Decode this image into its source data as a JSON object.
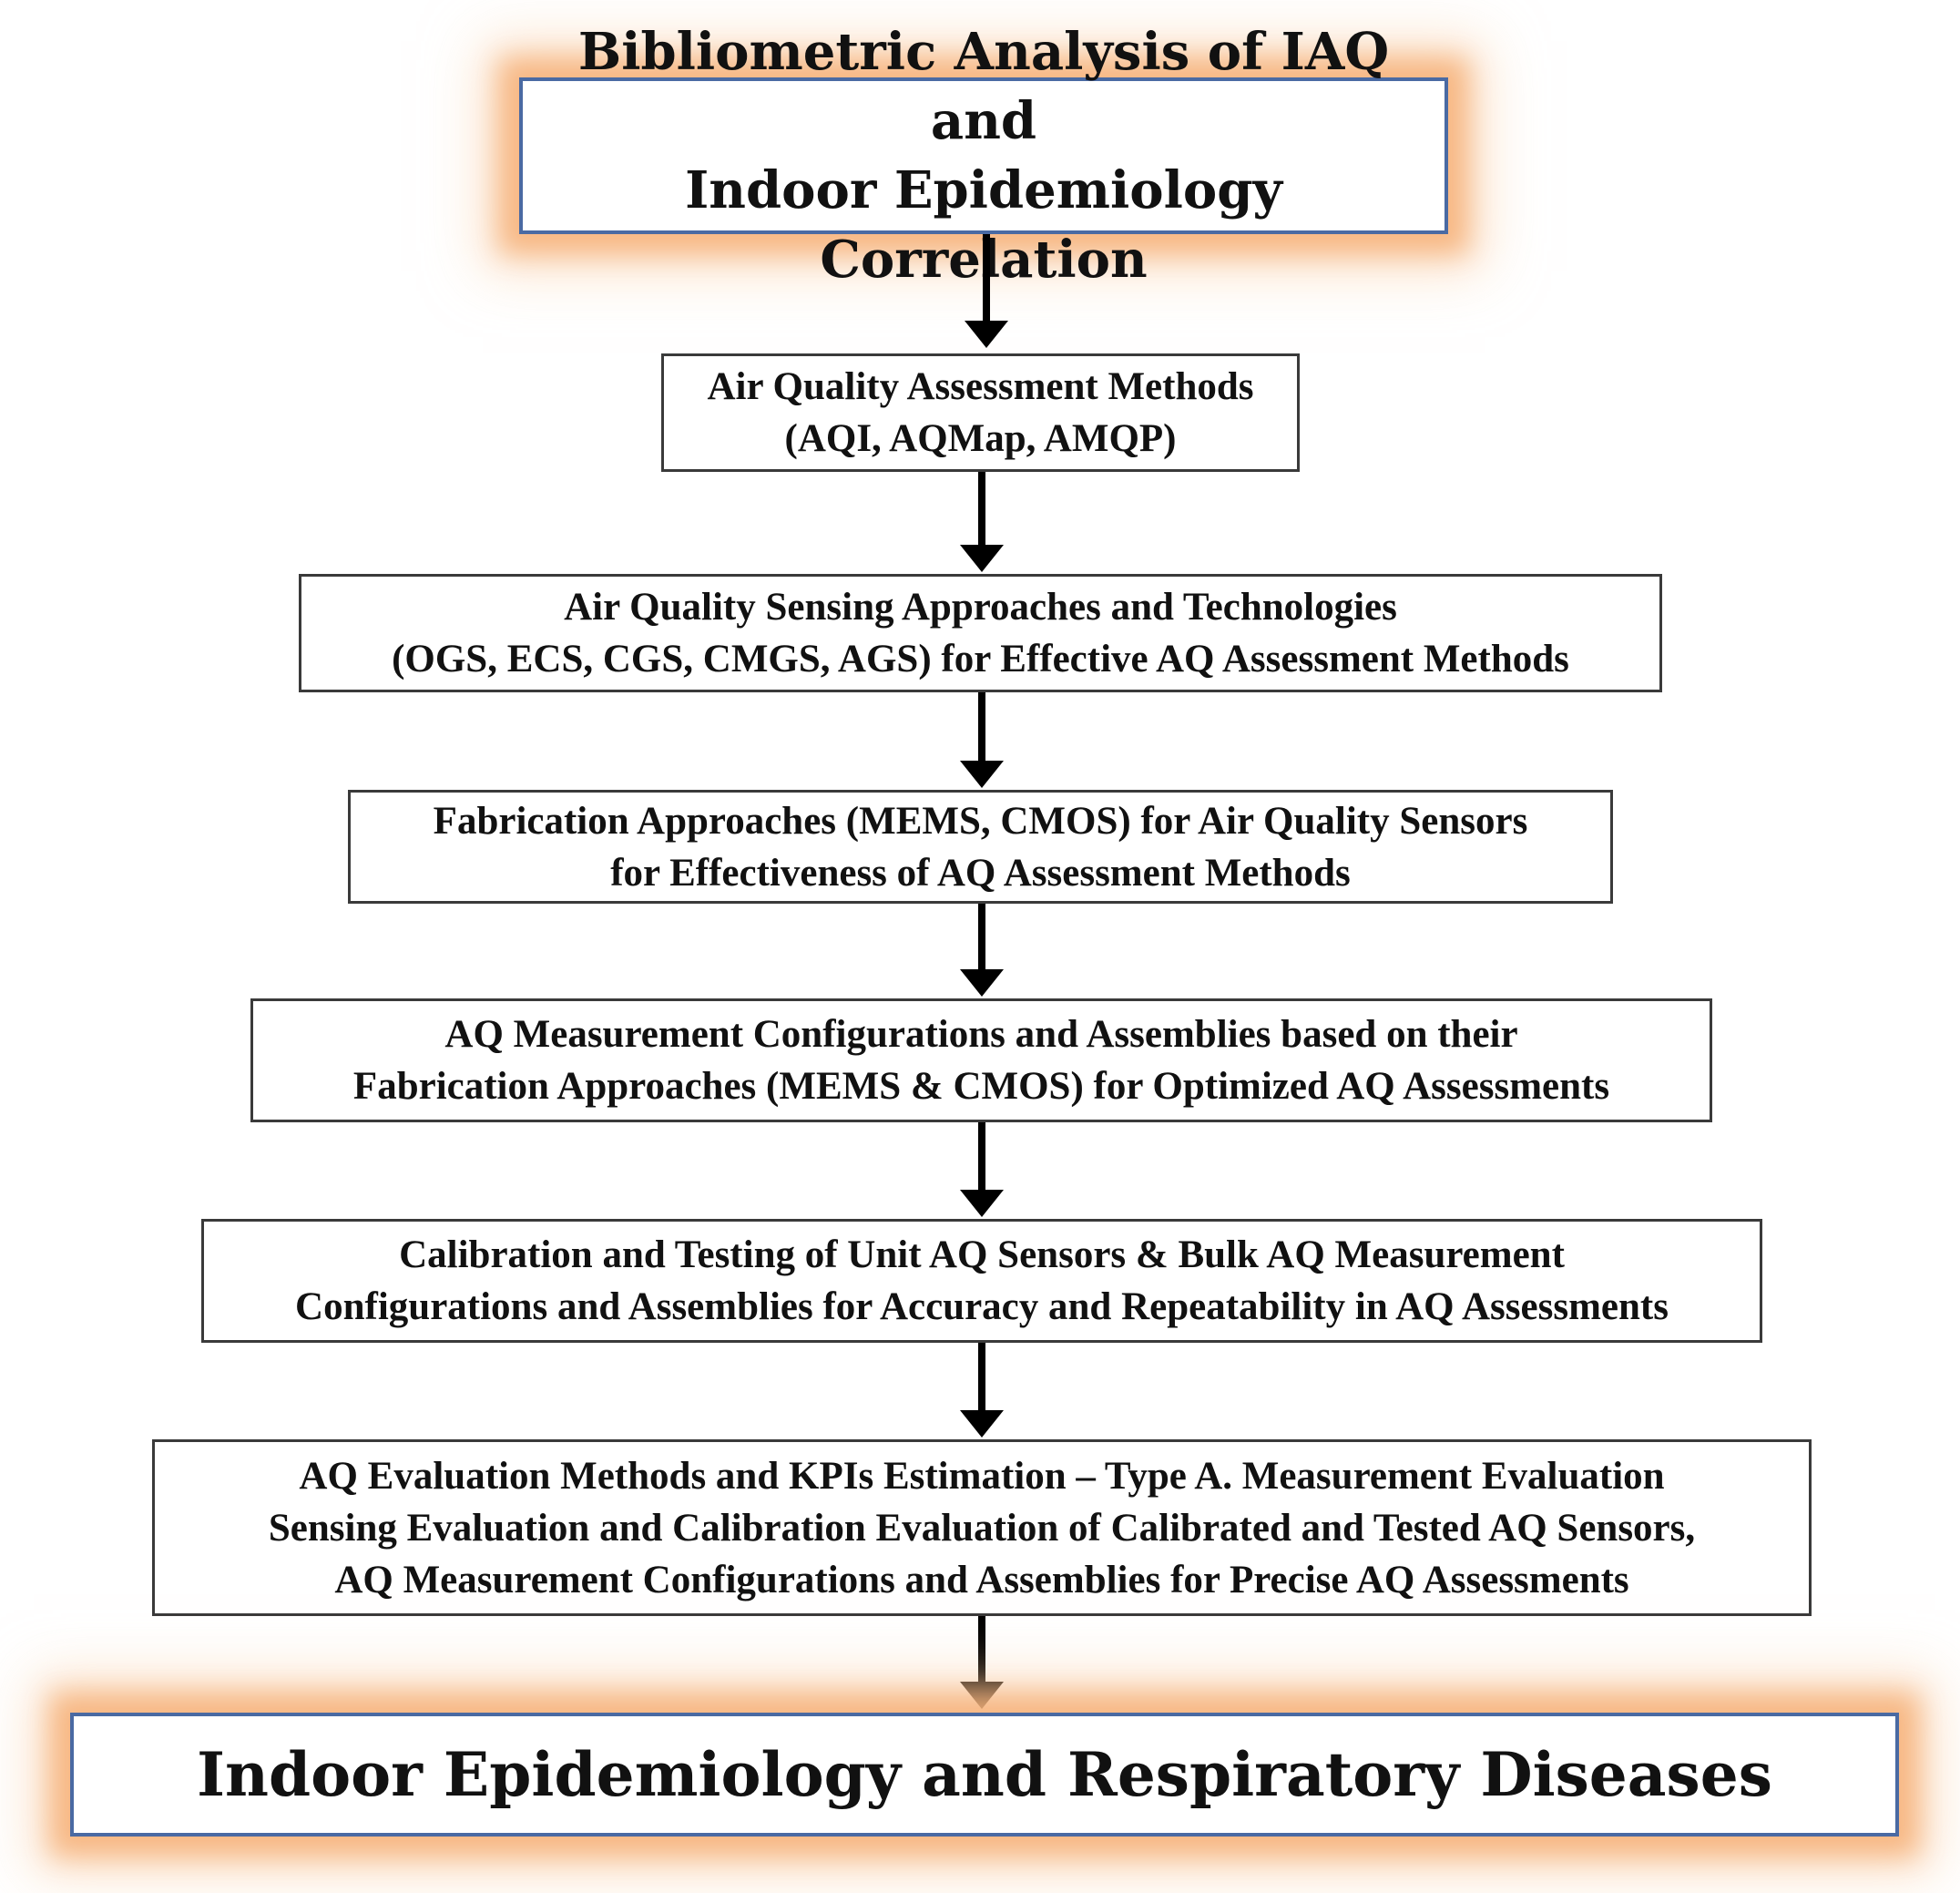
{
  "diagram": {
    "title_box": "Bibliometric Analysis of IAQ and\nIndoor Epidemiology Correlation",
    "steps": [
      "Air Quality Assessment Methods\n(AQI, AQMap, AMQP)",
      "Air Quality Sensing Approaches and Technologies\n(OGS, ECS, CGS, CMGS, AGS)  for Effective AQ Assessment Methods",
      "Fabrication Approaches (MEMS, CMOS) for Air Quality Sensors\nfor Effectiveness of AQ Assessment Methods",
      "AQ Measurement Configurations and Assemblies  based on their\nFabrication Approaches  (MEMS & CMOS) for Optimized AQ Assessments",
      "Calibration  and Testing of  Unit AQ Sensors & Bulk AQ Measurement\nConfigurations and Assemblies for Accuracy and Repeatability in AQ Assessments",
      "AQ Evaluation Methods and KPIs Estimation – Type A. Measurement Evaluation\nSensing  Evaluation and Calibration Evaluation of Calibrated  and Tested AQ Sensors,\nAQ Measurement Configurations and Assemblies for Precise AQ Assessments"
    ],
    "result_box": "Indoor Epidemiology and Respiratory Diseases"
  },
  "colors": {
    "glow": "#f6af76",
    "emphasis_border": "#4a6aa3",
    "box_border": "#3a3a3a",
    "arrow": "#000000"
  }
}
